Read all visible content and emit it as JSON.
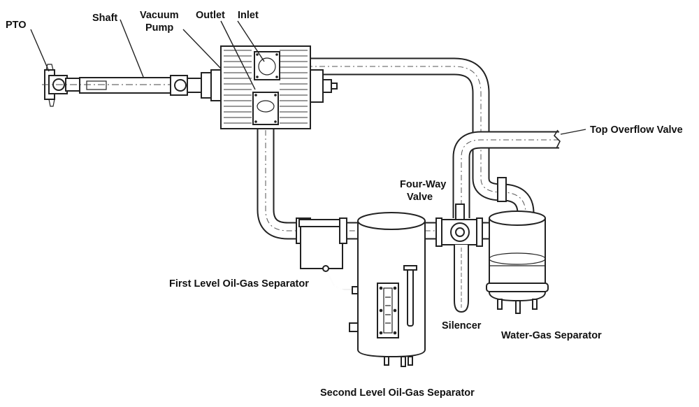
{
  "labels": {
    "pto": "PTO",
    "shaft": "Shaft",
    "vacuum_pump_line1": "Vacuum",
    "vacuum_pump_line2": "Pump",
    "outlet": "Outlet",
    "inlet": "Inlet",
    "top_overflow_valve": "Top Overflow Valve",
    "four_way_valve_line1": "Four-Way",
    "four_way_valve_line2": "Valve",
    "first_level_separator": "First Level Oil-Gas Separator",
    "silencer": "Silencer",
    "water_gas_separator": "Water-Gas Separator",
    "second_level_separator": "Second Level Oil-Gas Separator"
  }
}
